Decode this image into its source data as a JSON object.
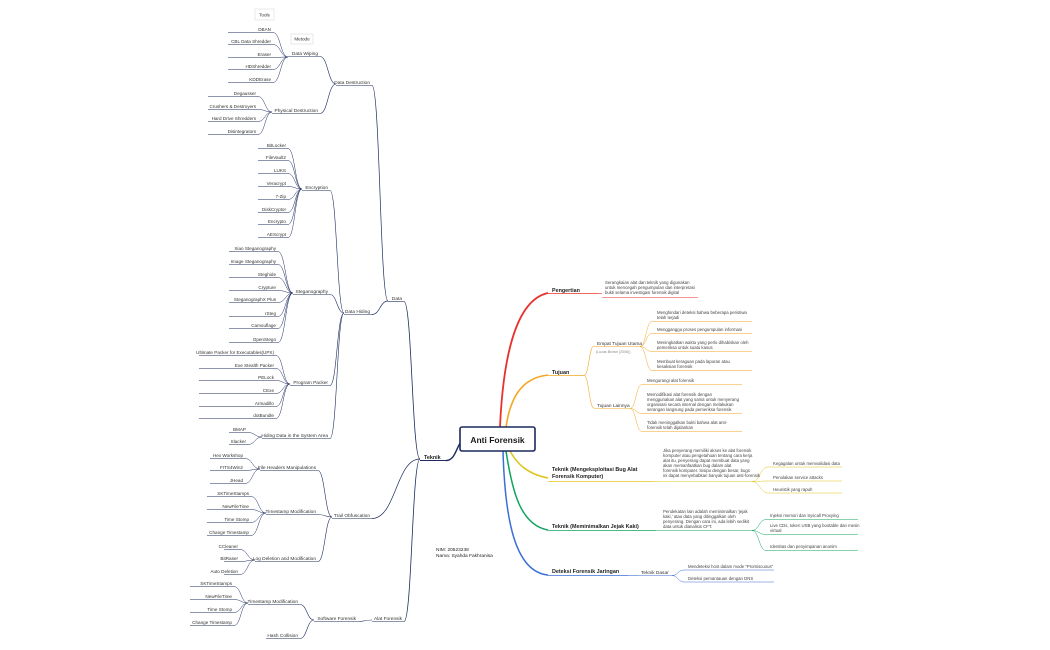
{
  "central": "Anti Forensik",
  "left": {
    "teknik": "Teknik",
    "data": "Data",
    "alat_forensik": "Alat Forensik",
    "data_destruction": {
      "label": "Data Destruction",
      "tools": "Tools",
      "metode": "Metode",
      "data_wiping": "Data Wiping",
      "wiping_items": [
        "DBAN",
        "CBL Data Shredder",
        "Eraser",
        "HDShredder",
        "KDDErase"
      ],
      "physical": "Physical Destruction",
      "physical_items": [
        "Degausser",
        "Crushers & Destroyers",
        "Hard Drive Shredders",
        "Disintegrators"
      ]
    },
    "data_hiding": {
      "label": "Data Hiding",
      "encryption": "Encryption",
      "encryption_items": [
        "BitLocker",
        "FileVault2",
        "LUKS",
        "Veracrypt",
        "7-Zip",
        "DiskCryptor",
        "Encrypto",
        "AEScrypt"
      ],
      "steganography": "Steganography",
      "steg_items": [
        "Xiao Steganography",
        "Image Steganography",
        "Steghide",
        "Crypture",
        "SteganographX Plus",
        "rSteg",
        "Camouflage",
        "OpenStego"
      ],
      "packer": "Program Packer",
      "packer_items": [
        "Ultimate Packer for Executables(UPX)",
        "Exe Stealth Packer",
        "PELock",
        "CExe",
        "Armadillo",
        "dotBundle"
      ],
      "hiding_system": "Hiding Data in the System Area",
      "hiding_items": [
        "BMAP",
        "Slacker"
      ]
    },
    "trail": {
      "label": "Trail Obfuscation",
      "header": "File Headers Manipulations",
      "header_items": [
        "Hex Workshop",
        "FITS4Win2",
        "JHead"
      ],
      "timestamp": "Timestamp Modification",
      "timestamp_items": [
        "SKTimeStamps",
        "NewFileTime",
        "Time Stomp",
        "Change Timestamp"
      ],
      "log": "Log Deletion and Modification",
      "log_items": [
        "CCleaner",
        "BitRaser",
        "Auto Deletion"
      ]
    },
    "software": {
      "label": "Software Forensik",
      "timestamp": "Timestamp Modification",
      "timestamp_items": [
        "SKTimeStamps",
        "NewFileTime",
        "Time Stomp",
        "Change Timestamp"
      ],
      "hash": "Hash Collision"
    }
  },
  "right": {
    "pengertian": {
      "label": "Pengertian",
      "text": [
        "Serangkaian alat dan teknik yang digunakan",
        "untuk mencegah pengumpulan dan interpretasi",
        "bukti selama investigasi forensik digital"
      ]
    },
    "tujuan": {
      "label": "Tujuan",
      "empat": "Empat Tujuan Utama",
      "empat_note": "(Lucas Brown (2006))",
      "empat_items": [
        [
          "Menghindari deteksi bahwa beberapa peristiwa",
          "telah terjadi"
        ],
        [
          "Mengganggu proses pengumpulan informasi"
        ],
        [
          "Meningkatkan waktu yang perlu dihabiskan oleh",
          "pemeriksa untuk suatu kasus"
        ],
        [
          "Membuat keraguan pada laporan atau",
          "kesaksian forensik"
        ]
      ],
      "lainnya": "Tujuan Lainnya",
      "lainnya_items": [
        [
          "Mengurangi alat forensik"
        ],
        [
          "Memodifikasi alat forensik dengan",
          "menggunakan alat yang sama untuk menyerang",
          "organisasi secara internal dengan melakukan",
          "serangan langsung pada pemeriksa forensik"
        ],
        [
          "Tidak meninggalkan bukti bahwa alat anti-",
          "forensik telah dijalankan"
        ]
      ]
    },
    "bug": {
      "label": [
        "Teknik (Mengeksploitasi Bug Alat",
        "Forensik Komputer)"
      ],
      "text": [
        "Jika penyerang memiliki akses ke alat forensik",
        "komputer atau pengetahuan tentang cara kerja",
        "alat itu, penyerang dapat membuat data yang",
        "akan memanfaatkan bug dalam alat",
        "forensik komputer. Sisipu dengan besar, bugs",
        "ini dapat menyebabkan banyak tujuan anti-forensik"
      ],
      "items": [
        "Kegagalan untuk memvalidasi data",
        "Penolakan service attacks",
        "Heuristik yang rapuh"
      ]
    },
    "jejak": {
      "label": "Teknik (Meminimalkan Jejak Kaki)",
      "text": [
        "Pendekatan lain adalah meminimalkan 'jejak",
        "kaki,' atau data yang ditinggalkan oleh",
        "penyerang. Dengan cara ini, ada lebih sedikit",
        "data untuk dianalisis CFT."
      ],
      "items": [
        [
          "Injeksi memori dan Syscall Proxying"
        ],
        [
          "Live CDs, token USB yang bootable dan mesin",
          "virtual"
        ],
        [
          "Identitas dan penyimpanan anonim"
        ]
      ]
    },
    "jaringan": {
      "label": "Deteksi Forensik Jaringan",
      "dasar": "Teknik Dasar",
      "items": [
        "Mendeteksi host dalam mode \"Promiscuous\"",
        "Deteksi pemantauan dengan DNS"
      ]
    }
  },
  "nim": {
    "line1": "NIM: 20523238",
    "line2": "Nama: Syahda Fakhranisa"
  },
  "colors": {
    "left_lines": "#1c2a5e",
    "pengertian": "#e8322c",
    "tujuan": "#f5a623",
    "bug": "#e0c41c",
    "jejak": "#10a45e",
    "jaringan": "#3b6fd6"
  }
}
